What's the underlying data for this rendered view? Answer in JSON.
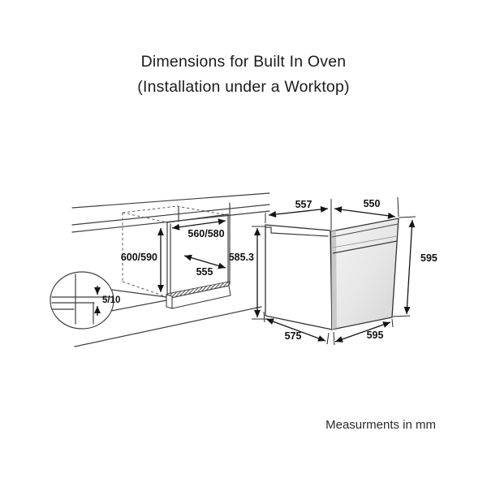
{
  "title": {
    "line1": "Dimensions for Built In Oven",
    "line2": "(Installation under a Worktop)"
  },
  "footer": {
    "note": "Measurments in mm"
  },
  "cutout": {
    "description": "worktop cutout niche drawing",
    "width_label": "560/580",
    "height_label": "600/590",
    "depth_label": "555",
    "gap_detail_label": "5/10"
  },
  "oven": {
    "description": "built-in oven isometric drawing",
    "top_depth_label": "557",
    "top_width_label": "550",
    "body_height_label": "585.3",
    "front_height_label": "595",
    "bottom_depth_label": "575",
    "front_width_label": "595"
  },
  "colors": {
    "background": "#ffffff",
    "drawing_line": "#3f3f3f",
    "dimension_line": "#141414",
    "text": "#1c1c1c",
    "door_gradient_light": "#f4f4f4",
    "door_gradient_dark": "#d5d5d5",
    "door_edge": "#c9c9c9"
  }
}
